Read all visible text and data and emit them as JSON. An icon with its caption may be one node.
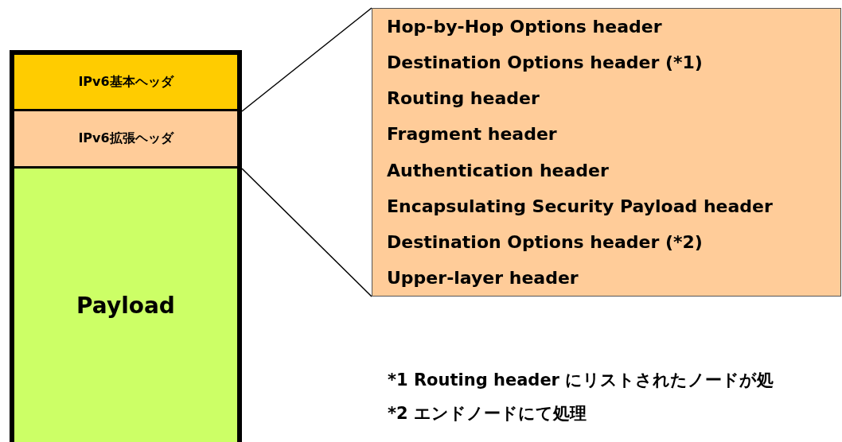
{
  "diagram": {
    "nodes": [
      {
        "text": [],
        "shape": "box"
      },
      {
        "text": [
          "IPv6基本ヘッダ"
        ],
        "in": 0
      },
      {
        "text": [
          "IPv6拡張ヘッダ"
        ],
        "in": 0
      },
      {
        "text": [
          "Payload"
        ],
        "in": 0
      },
      {
        "text": [
          "Hop-by-Hop Options header",
          "Destination Options header (*1)",
          "Routing header",
          "Fragment header",
          "Authentication header",
          "Encapsulating Security Payload header",
          "Destination Options header (*2)",
          "Upper-layer header"
        ]
      }
    ],
    "edges": [
      {
        "from": 2,
        "to": 4,
        "arrow": "none"
      },
      {
        "from": 2,
        "to": 4,
        "arrow": "none"
      }
    ],
    "labels": [
      "*1 Routing header にリストされたノードが処",
      "*2 エンドノードにて処理"
    ]
  }
}
